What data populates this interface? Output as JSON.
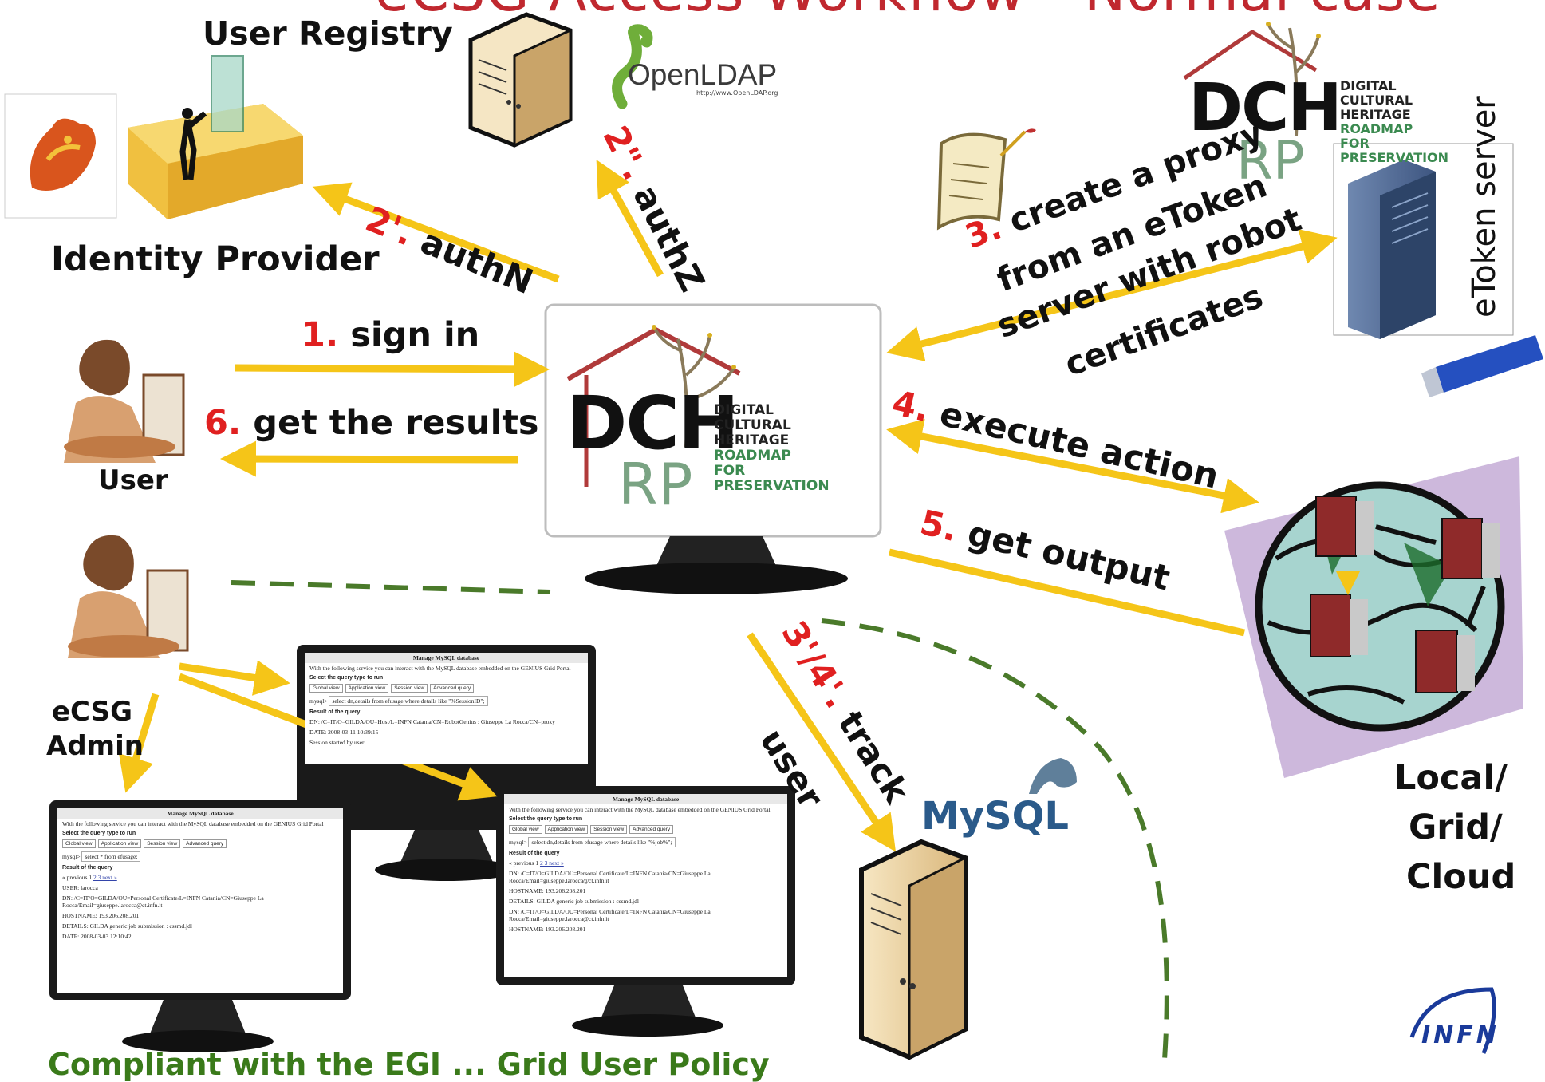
{
  "title": "eCSG Access Workflow - Normal case",
  "nodes": {
    "user_registry": "User Registry",
    "openldap": "OpenLDAP",
    "openldap_url": "http://www.OpenLDAP.org",
    "identity_provider": "Identity Provider",
    "user": "User",
    "ecsg_admin_line1": "eCSG",
    "ecsg_admin_line2": "Admin",
    "etoken_server": "eToken server",
    "local_grid_cloud_line1": "Local/",
    "local_grid_cloud_line2": "Grid/",
    "local_grid_cloud_line3": "Cloud",
    "mysql": "MySQL",
    "infn": "INFN"
  },
  "brand": {
    "dch": "DCH",
    "rp": "RP",
    "line1": "DIGITAL",
    "line2": "CULTURAL HERITAGE",
    "line3": "ROADMAP",
    "line4": "FOR PRESERVATION"
  },
  "steps": {
    "s1_num": "1.",
    "s1_text": "sign in",
    "s2a_num": "2'.",
    "s2a_text": "authN",
    "s2b_num": "2\".",
    "s2b_text": "authZ",
    "s3_num": "3.",
    "s3_line1": "create a proxy",
    "s3_line2": "from an eToken",
    "s3_line3": "server with robot",
    "s3_line4": "certificates",
    "s4_num": "4.",
    "s4_text": "execute action",
    "s5_num": "5.",
    "s5_text": "get output",
    "s6_num": "6.",
    "s6_text": "get the results",
    "s34_num": "3'/4'.",
    "s34_text": "track",
    "s34_text2": "user"
  },
  "bottom_caption": "Compliant with the EGI ... Grid User Policy",
  "screens": {
    "header": "Manage MySQL database",
    "intro": "With the following service you can interact with the MySQL database embedded on the GENIUS Grid Portal",
    "select_label": "Select the query type to run",
    "opt_global": "Global view",
    "opt_app": "Application view",
    "opt_session": "Session view",
    "opt_adv": "Advanced query",
    "prompt": "mysql>",
    "query_a": "select * from efusage;",
    "query_b": "select dn,details from efusage where details like \"%SessionID\";",
    "query_c": "select dn,details from efusage where details like \"%job%\";",
    "result_label": "Result of the query",
    "pager": "« previous 1",
    "pager_link": "2 3 next »",
    "a_user": "USER: larocca",
    "a_dn": "DN: /C=IT/O=GILDA/OU=Personal Certificate/L=INFN Catania/CN=Giuseppe La Rocca/Email=giuseppe.larocca@ct.infn.it",
    "a_host": "HOSTNAME: 193.206.208.201",
    "a_details": "DETAILS: GILDA generic job submission : cssmd.jdl",
    "a_date": "DATE: 2008-03-03 12:10:42",
    "b_dn": "DN: /C=IT/O=GILDA/OU=Host/L=INFN Catania/CN=RobotGenius : Giuseppe La Rocca/CN=proxy",
    "b_date": "DATE: 2008-03-11 10:39:15",
    "b_details": "Session started by user",
    "c_dn": "DN: /C=IT/O=GILDA/OU=Personal Certificate/L=INFN Catania/CN=Giuseppe La Rocca/Email=giuseppe.larocca@ct.infn.it",
    "c_host": "HOSTNAME: 193.206.208.201",
    "c_details": "DETAILS: GILDA generic job submission : cssmd.jdl",
    "c_dn2": "DN: /C=IT/O=GILDA/OU=Personal Certificate/L=INFN Catania/CN=Giuseppe La Rocca/Email=giuseppe.larocca@ct.infn.it",
    "c_host2": "HOSTNAME: 193.206.208.201"
  },
  "colors": {
    "arrow": "#f5c518",
    "dashed": "#4a7a2a",
    "step_number": "#e02020",
    "title": "#c0282f",
    "brand_green": "#3b8a50"
  }
}
